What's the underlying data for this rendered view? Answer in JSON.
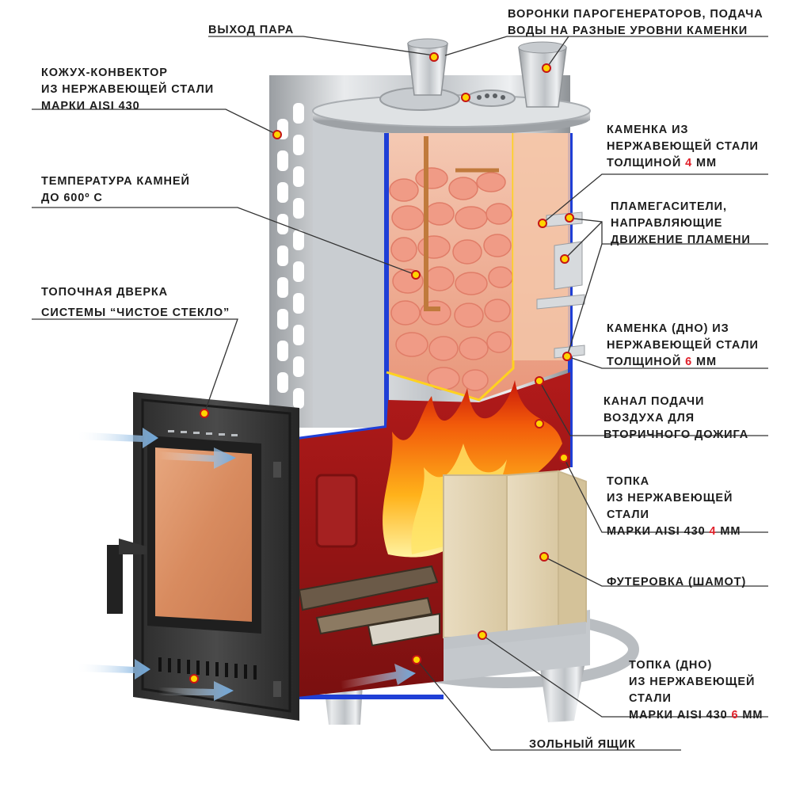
{
  "labels": {
    "steam_outlet": "ВЫХОД ПАРА",
    "funnels": [
      "ВОРОНКИ ПАРОГЕНЕРАТОРОВ, ПОДАЧА",
      "ВОДЫ НА РАЗНЫЕ УРОВНИ КАМЕНКИ"
    ],
    "casing": [
      "КОЖУХ-КОНВЕКТОР",
      "ИЗ НЕРЖАВЕЮЩЕЙ СТАЛИ",
      "МАРКИ AISI 430"
    ],
    "stone_temp": [
      "ТЕМПЕРАТУРА КАМНЕЙ",
      "ДО 600º С"
    ],
    "firebox_door": [
      "ТОПОЧНАЯ ДВЕРКА",
      "СИСТЕМЫ “ЧИСТОЕ СТЕКЛО”"
    ],
    "heater_wall": {
      "line1": "КАМЕНКА ИЗ",
      "line2": "НЕРЖАВЕЮЩЕЙ СТАЛИ",
      "line3_pre": "ТОЛЩИНОЙ ",
      "value": "4",
      "line3_post": " ММ"
    },
    "flame_dampers": [
      "ПЛАМЕГАСИТЕЛИ,",
      "НАПРАВЛЯЮЩИЕ",
      "ДВИЖЕНИЕ ПЛАМЕНИ"
    ],
    "heater_bottom": {
      "line1": "КАМЕНКА (ДНО) ИЗ",
      "line2": "НЕРЖАВЕЮЩЕЙ СТАЛИ",
      "line3_pre": "ТОЛЩИНОЙ ",
      "value": "6",
      "line3_post": " ММ"
    },
    "air_channel": [
      "КАНАЛ ПОДАЧИ",
      "ВОЗДУХА ДЛЯ",
      "ВТОРИЧНОГО ДОЖИГА"
    ],
    "firebox": {
      "line1": "ТОПКА",
      "line2": "ИЗ НЕРЖАВЕЮЩЕЙ",
      "line3": "СТАЛИ",
      "line4_pre": "МАРКИ AISI 430 ",
      "value": "4",
      "line4_post": " ММ"
    },
    "lining": "ФУТЕРОВКА (ШАМОТ)",
    "firebox_bottom": {
      "line1": "ТОПКА (ДНО)",
      "line2": "ИЗ НЕРЖАВЕЮЩЕЙ",
      "line3": "СТАЛИ",
      "line4_pre": "МАРКИ AISI 430 ",
      "value": "6",
      "line4_post": " ММ"
    },
    "ash_box": "ЗОЛЬНЫЙ ЯЩИК"
  },
  "colors": {
    "accent_red": "#e0202a",
    "marker_yellow": "#ffd400",
    "insulation_blue": "#1f3fd6",
    "leader_line": "#333333"
  }
}
